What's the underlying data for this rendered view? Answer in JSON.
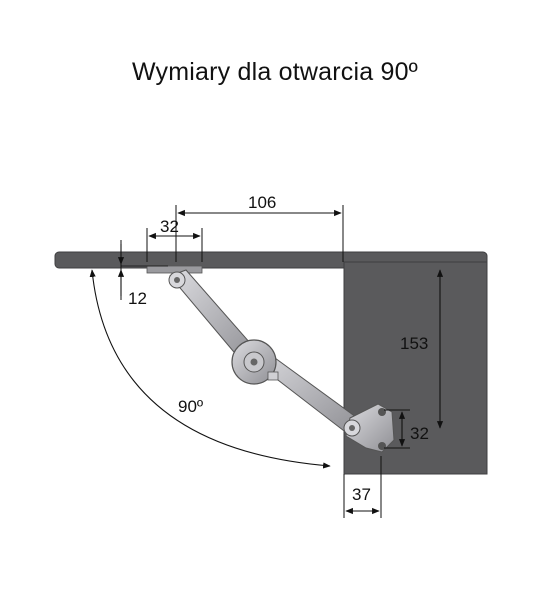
{
  "title": "Wymiary dla otwarcia 90º",
  "dimensions": {
    "width_106": "106",
    "width_32_top": "32",
    "offset_12": "12",
    "height_153": "153",
    "height_32_right": "32",
    "width_37": "37",
    "angle_90": "90º"
  },
  "colors": {
    "panel": "#5a5a5c",
    "panel_edge": "#3f3f41",
    "hinge_metal": "#b9b9bd",
    "line": "#111111"
  }
}
